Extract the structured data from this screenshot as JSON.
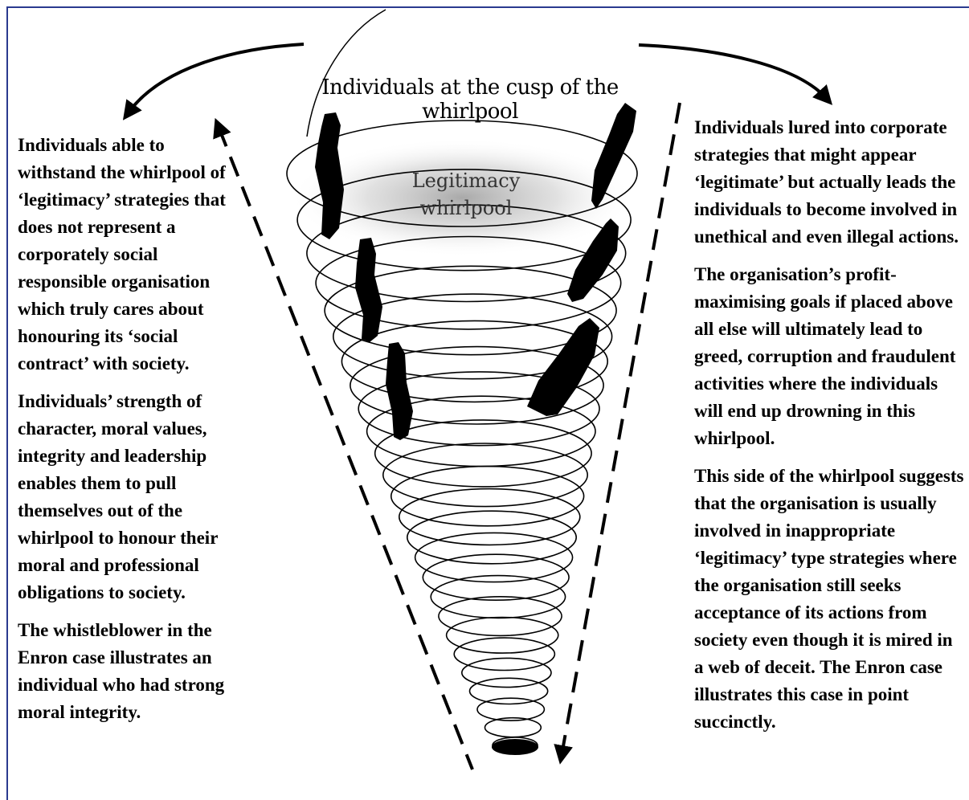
{
  "title": "Individuals at the cusp of the whirlpool",
  "whirlpool_label": {
    "line1": "Legitimacy",
    "line2": "whirlpool"
  },
  "left_column": {
    "p1": "Individuals able to withstand the whirlpool of ‘legitimacy’ strategies that does not represent a corporately social responsible organisation which truly cares about honouring its ‘social contract’ with society.",
    "p2": "Individuals’ strength of character, moral values, integrity and leadership enables them to pull themselves out of the whirlpool to honour their moral and professional obligations to society.",
    "p3": "The whistleblower in the Enron case illustrates an individual who had strong moral integrity."
  },
  "right_column": {
    "p1": "Individuals lured into corporate strategies that might appear ‘legitimate’ but actually leads the individuals to become involved in unethical and even illegal actions.",
    "p2": "The organisation’s profit-maximising goals if placed above all else will ultimately lead to greed, corruption and fraudulent activities where the individuals will end up drowning in this whirlpool.",
    "p3": "This side of the whirlpool suggests that the organisation is usually involved in inappropriate ‘legitimacy’ type strategies where the organisation still seeks acceptance of its actions from society even though it is mired in a web of deceit. The Enron case illustrates this case in point succinctly."
  },
  "colors": {
    "frame": "#2a3a8f",
    "ink": "#000000",
    "glow": "#9a9a9a"
  },
  "icons": [
    "curved-arrow-left-icon",
    "curved-arrow-right-icon",
    "dashed-arrow-left-icon",
    "dashed-arrow-right-icon",
    "human-silhouette-icon"
  ]
}
